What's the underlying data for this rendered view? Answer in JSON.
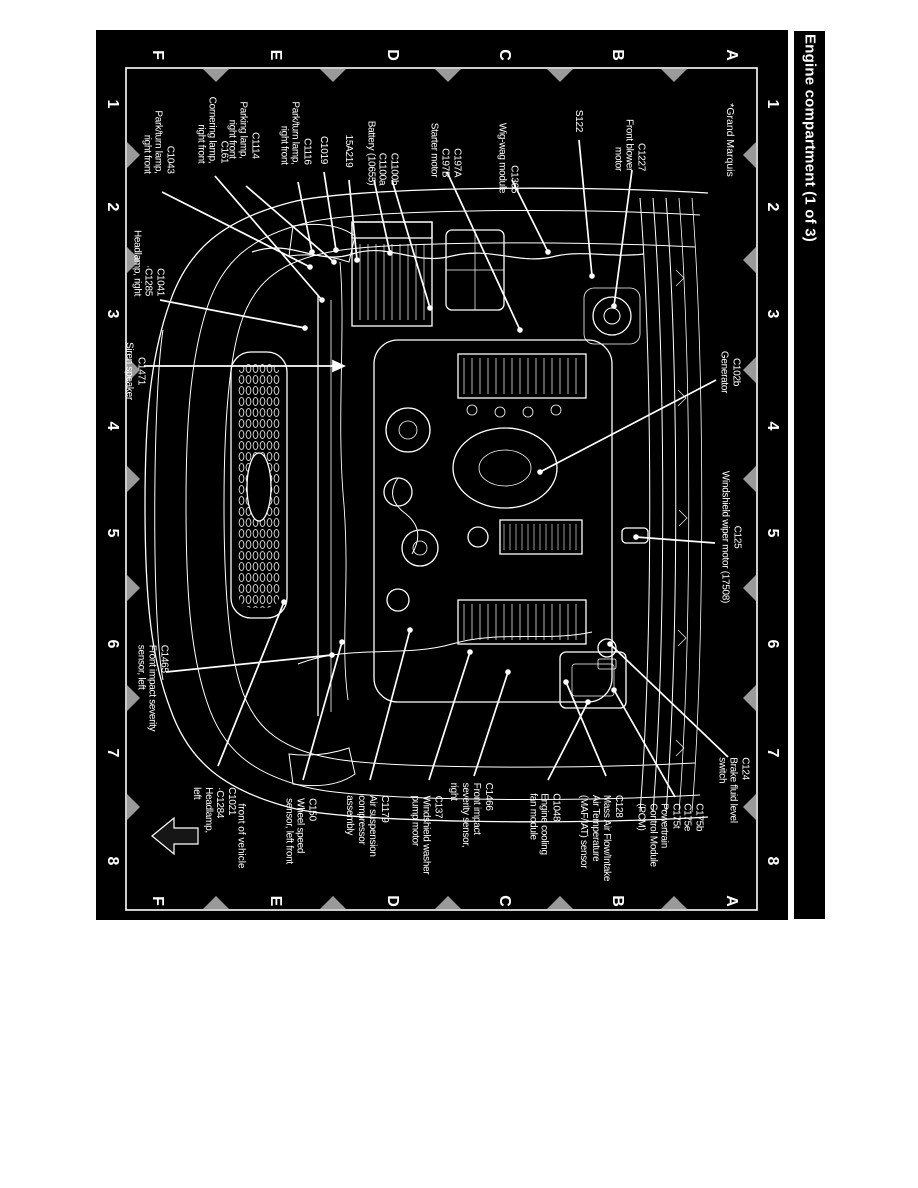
{
  "title": "Engine compartment (1 of 3)",
  "note": "*Grand Marquis",
  "front_arrow_label": "front of vehicle",
  "grid": {
    "column_letters": [
      "F",
      "E",
      "D",
      "C",
      "B",
      "A"
    ],
    "row_numbers": [
      "1",
      "2",
      "3",
      "4",
      "5",
      "6",
      "7",
      "8"
    ]
  },
  "colors": {
    "paper": "#ffffff",
    "scan_background": "#000000",
    "line_art": "#ffffff",
    "grid_marker_gray": "#9a9a9a"
  },
  "callouts": [
    {
      "id": "c1043",
      "lines": [
        "C1043",
        "Park/turn lamp,",
        "right front"
      ]
    },
    {
      "id": "c161",
      "lines": [
        "C161",
        "Cornering lamp,",
        "right front"
      ]
    },
    {
      "id": "c1114",
      "lines": [
        "C1114",
        "Parking lamp,",
        "right front"
      ]
    },
    {
      "id": "c1041",
      "lines": [
        "C1041",
        "·C1285",
        "Headlamp, right"
      ]
    },
    {
      "id": "c1116",
      "lines": [
        "C1116",
        "Park/turn lamp,",
        "right front"
      ]
    },
    {
      "id": "c1019",
      "lines": [
        "C1019"
      ]
    },
    {
      "id": "f15a219",
      "lines": [
        "15A219"
      ]
    },
    {
      "id": "c1100",
      "lines": [
        "C1100b",
        "C1100a",
        "Battery (10655)"
      ]
    },
    {
      "id": "c197",
      "lines": [
        "C197A",
        "C197B",
        "Starter motor"
      ]
    },
    {
      "id": "c1365",
      "lines": [
        "C1365",
        "Wig-wag module"
      ]
    },
    {
      "id": "s122",
      "lines": [
        "S122"
      ]
    },
    {
      "id": "c1227",
      "lines": [
        "C1227",
        "Front blower",
        "motor"
      ]
    },
    {
      "id": "c102b",
      "lines": [
        "C102b",
        "Generator"
      ]
    },
    {
      "id": "c125",
      "lines": [
        "C125",
        "Windshield wiper motor (17508)"
      ]
    },
    {
      "id": "c124",
      "lines": [
        "C124",
        "Brake fluid level",
        "switch"
      ]
    },
    {
      "id": "c175",
      "lines": [
        "C175b",
        "C175e",
        "C175t",
        "Powertrain",
        "Control Module",
        "(PCM)"
      ]
    },
    {
      "id": "c128",
      "lines": [
        "C128",
        "Mass Air Flow/Intake",
        "Air Temperature",
        "(MAF/IAT) sensor"
      ]
    },
    {
      "id": "c1048",
      "lines": [
        "C1048",
        "Engine cooling",
        "fan module"
      ]
    },
    {
      "id": "c1466",
      "lines": [
        "C1466",
        "Front impact",
        "severity sensor,",
        "right"
      ]
    },
    {
      "id": "c137",
      "lines": [
        "C137",
        "Windshield washer",
        "pump motor"
      ]
    },
    {
      "id": "c1179",
      "lines": [
        "C1179",
        "Air suspension",
        "compressor",
        "assembly"
      ]
    },
    {
      "id": "c150",
      "lines": [
        "C150",
        "Wheel speed",
        "sensor, left front"
      ]
    },
    {
      "id": "c1021",
      "lines": [
        "C1021",
        "·C1284",
        "Headlamp,",
        "left"
      ]
    },
    {
      "id": "c1465",
      "lines": [
        "C1465",
        "Front impact severity",
        "sensor, left"
      ]
    },
    {
      "id": "c1471",
      "lines": [
        "C1471",
        "Siren speaker"
      ]
    }
  ]
}
